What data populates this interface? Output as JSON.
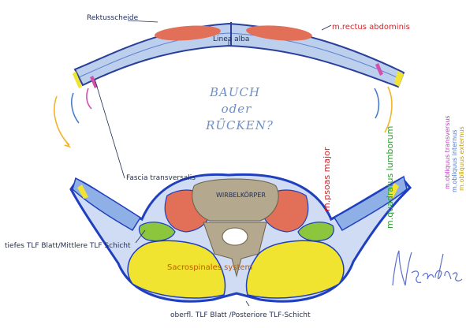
{
  "labels": {
    "rektusscheide": "Rektusscheide",
    "rectus_abdominis": "m.rectus abdominis",
    "linea_alba": "Linea alba",
    "question": [
      "BAUCH",
      "oder",
      "RÜCKEN?"
    ],
    "fascia_transversalis": "Fascia transversalis",
    "wirbelkoerper": "WIRBELKÖRPER",
    "psoas_major": "m.psoas major",
    "quadratus_lumborum": "m.quadratus lumborum",
    "obliquus_transversus": "m.obliquus transversus",
    "obliquus_internus": "m.obliquus internus",
    "obliquus_externus": "m.obliquus externus",
    "tiefes_blatt": "tiefes TLF Blatt/Mittlere TLF Schicht",
    "sacrospinales": "Sacrospinales system",
    "oberfl_blatt": "oberfl. TLF Blatt /Posteriore TLF-Schicht"
  },
  "signature": "NMende",
  "colors": {
    "fascia_blue": "#1f3fbf",
    "muscle_red": "#e26f58",
    "erector_yellow": "#f0e431",
    "vertebra": "#b4a88e",
    "quadratus_green": "#8cc63c",
    "outline_dark": "#1d2a55"
  }
}
